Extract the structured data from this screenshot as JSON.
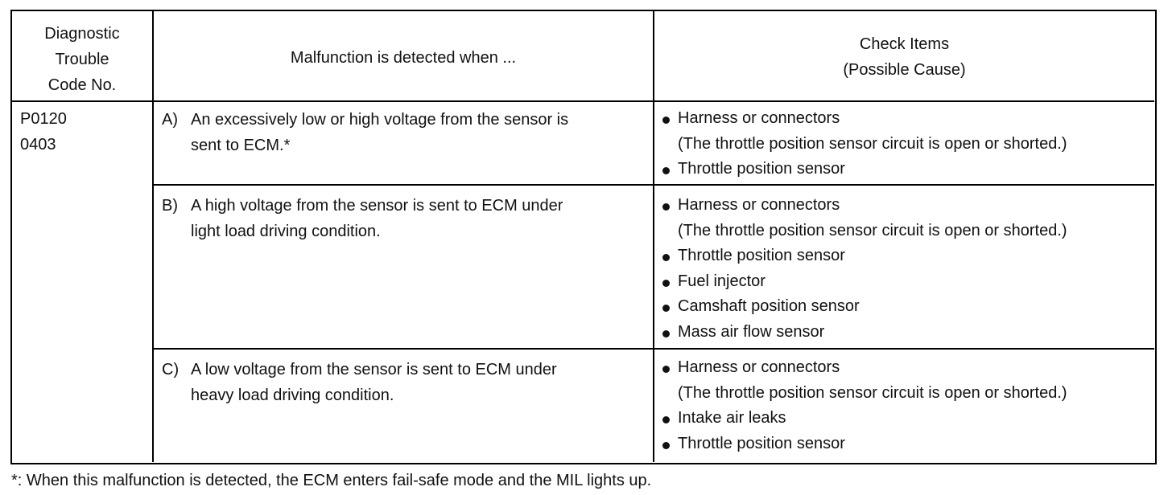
{
  "table": {
    "headers": {
      "code": [
        "Diagnostic",
        "Trouble",
        "Code No."
      ],
      "malfunction": "Malfunction is detected when ...",
      "check_items": [
        "Check Items",
        "(Possible Cause)"
      ]
    },
    "codes": [
      "P0120",
      "0403"
    ],
    "rows": [
      {
        "condition_letter": "A)",
        "condition_lines": [
          "An excessively low or high voltage from the sensor is",
          "sent to ECM.*"
        ],
        "causes": [
          {
            "label": "Harness or connectors",
            "detail": "(The throttle position sensor circuit is open or shorted.)"
          },
          {
            "label": "Throttle position sensor"
          }
        ]
      },
      {
        "condition_letter": "B)",
        "condition_lines": [
          "A high voltage from the sensor is sent to ECM under",
          "light load driving condition."
        ],
        "causes": [
          {
            "label": "Harness or connectors",
            "detail": "(The throttle position sensor circuit is open or shorted.)"
          },
          {
            "label": "Throttle position sensor"
          },
          {
            "label": "Fuel injector"
          },
          {
            "label": "Camshaft position sensor"
          },
          {
            "label": "Mass air flow sensor"
          }
        ]
      },
      {
        "condition_letter": "C)",
        "condition_lines": [
          "A low voltage from the sensor is sent to ECM under",
          "heavy load driving condition."
        ],
        "causes": [
          {
            "label": "Harness or connectors",
            "detail": "(The throttle position sensor circuit is open or shorted.)"
          },
          {
            "label": "Intake air leaks"
          },
          {
            "label": "Throttle position sensor"
          }
        ]
      }
    ]
  },
  "footnote": "*: When this malfunction is detected, the ECM enters fail-safe mode and the MIL lights up."
}
